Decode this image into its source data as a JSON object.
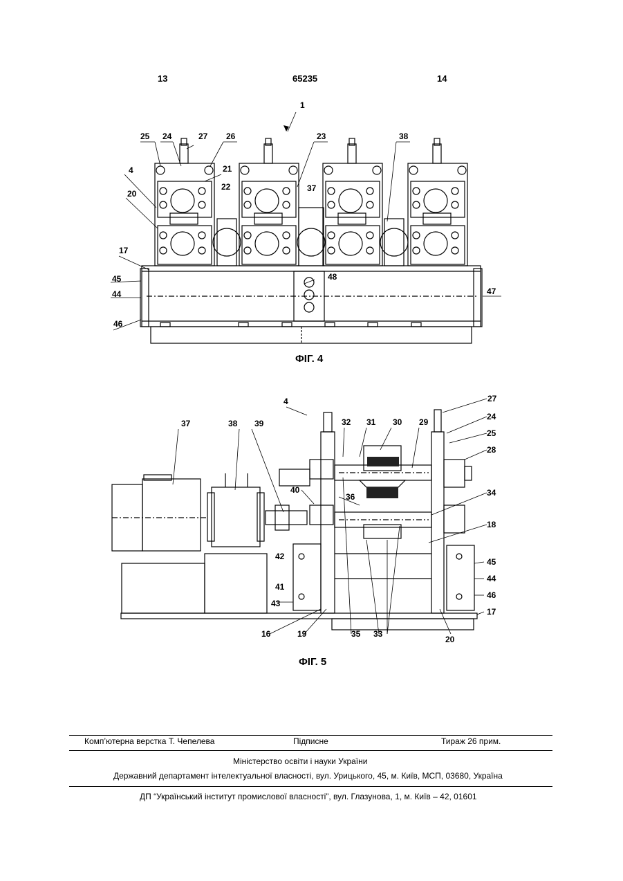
{
  "header": {
    "left": "13",
    "center": "65235",
    "right": "14"
  },
  "figures": {
    "fig4": {
      "caption": "ФІГ. 4",
      "labels": [
        "1",
        "25",
        "24",
        "27",
        "26",
        "23",
        "38",
        "4",
        "21",
        "22",
        "37",
        "20",
        "17",
        "45",
        "44",
        "46",
        "48",
        "47"
      ]
    },
    "fig5": {
      "caption": "ФІГ. 5",
      "labels": [
        "4",
        "27",
        "37",
        "38",
        "39",
        "32",
        "31",
        "30",
        "29",
        "24",
        "25",
        "28",
        "40",
        "36",
        "34",
        "18",
        "42",
        "45",
        "41",
        "44",
        "43",
        "46",
        "17",
        "16",
        "19",
        "35",
        "33",
        "20"
      ]
    }
  },
  "footer": {
    "layout": "Комп’ютерна верстка Т. Чепелева",
    "signed": "Підписне",
    "circulation": "Тираж 26 прим.",
    "ministry": "Міністерство освіти і науки України",
    "department": "Державний департамент інтелектуальної власності, вул. Урицького, 45, м. Київ, МСП, 03680, Україна",
    "institute": "ДП “Український інститут промислової власності”, вул. Глазунова, 1, м. Київ – 42, 01601"
  }
}
